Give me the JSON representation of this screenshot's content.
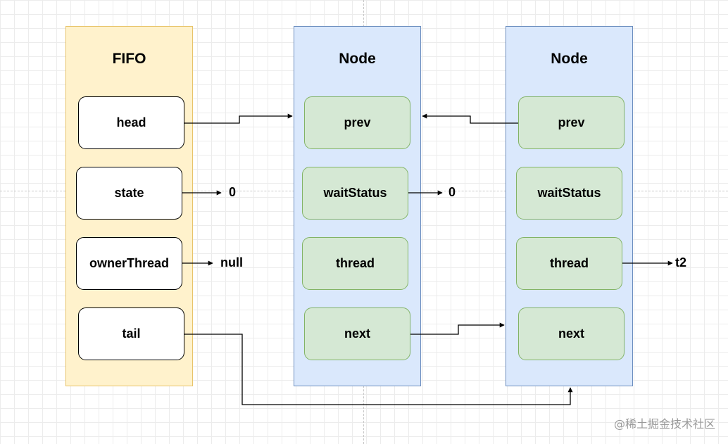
{
  "fifo": {
    "title": "FIFO",
    "fields": [
      "head",
      "state",
      "ownerThread",
      "tail"
    ]
  },
  "node1": {
    "title": "Node",
    "fields": [
      "prev",
      "waitStatus",
      "thread",
      "next"
    ]
  },
  "node2": {
    "title": "Node",
    "fields": [
      "prev",
      "waitStatus",
      "thread",
      "next"
    ]
  },
  "values": {
    "state": "0",
    "owner_thread": "null",
    "node1_wait_status": "0",
    "node2_thread": "t2"
  },
  "watermark": "@稀土掘金技术社区",
  "colors": {
    "fifo_fill": "#fff2cc",
    "fifo_stroke": "#e8c46a",
    "node_fill": "#dae8fc",
    "node_stroke": "#6c8ebf",
    "field_fill": "#d5e8d4",
    "field_stroke": "#82b366"
  }
}
